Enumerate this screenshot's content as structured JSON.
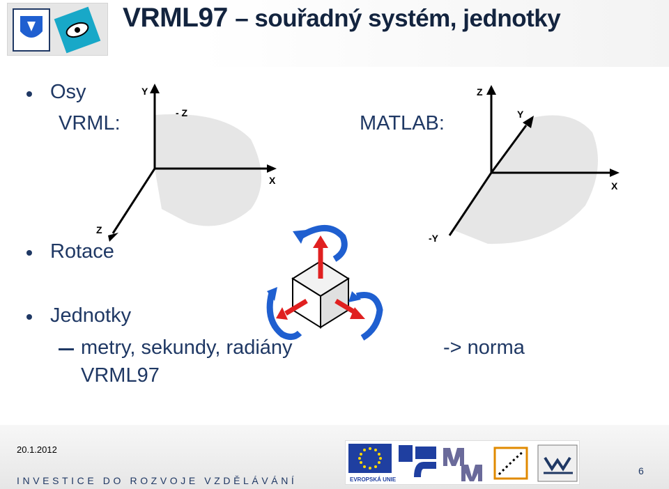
{
  "slide": {
    "title_main": "VRML97",
    "title_rest": "– souřadný systém, jednotky",
    "bullets": {
      "osy": "Osy",
      "vrml_label": "VRML:",
      "matlab_label": "MATLAB:",
      "rotace": "Rotace",
      "jednotky": "Jednotky",
      "units_line": "metry, sekundy, radiány",
      "norma": "-> norma",
      "vrml97": "VRML97"
    },
    "vrml_axes": {
      "y": "Y",
      "minus_z": "- Z",
      "x": "X",
      "z": "Z"
    },
    "matlab_axes": {
      "z": "Z",
      "y": "Y",
      "x": "X",
      "minus_y": "-Y"
    }
  },
  "footer": {
    "date": "20.1.2012",
    "motto": "INVESTICE DO ROZVOJE VZDĚLÁVÁNÍ",
    "page": "6",
    "eu_label": "EVROPSKÁ UNIE"
  },
  "colors": {
    "text": "#1f3864",
    "arrow_red": "#e02020",
    "arrow_blue": "#1f5fd0",
    "shade": "#e6e6e6"
  }
}
